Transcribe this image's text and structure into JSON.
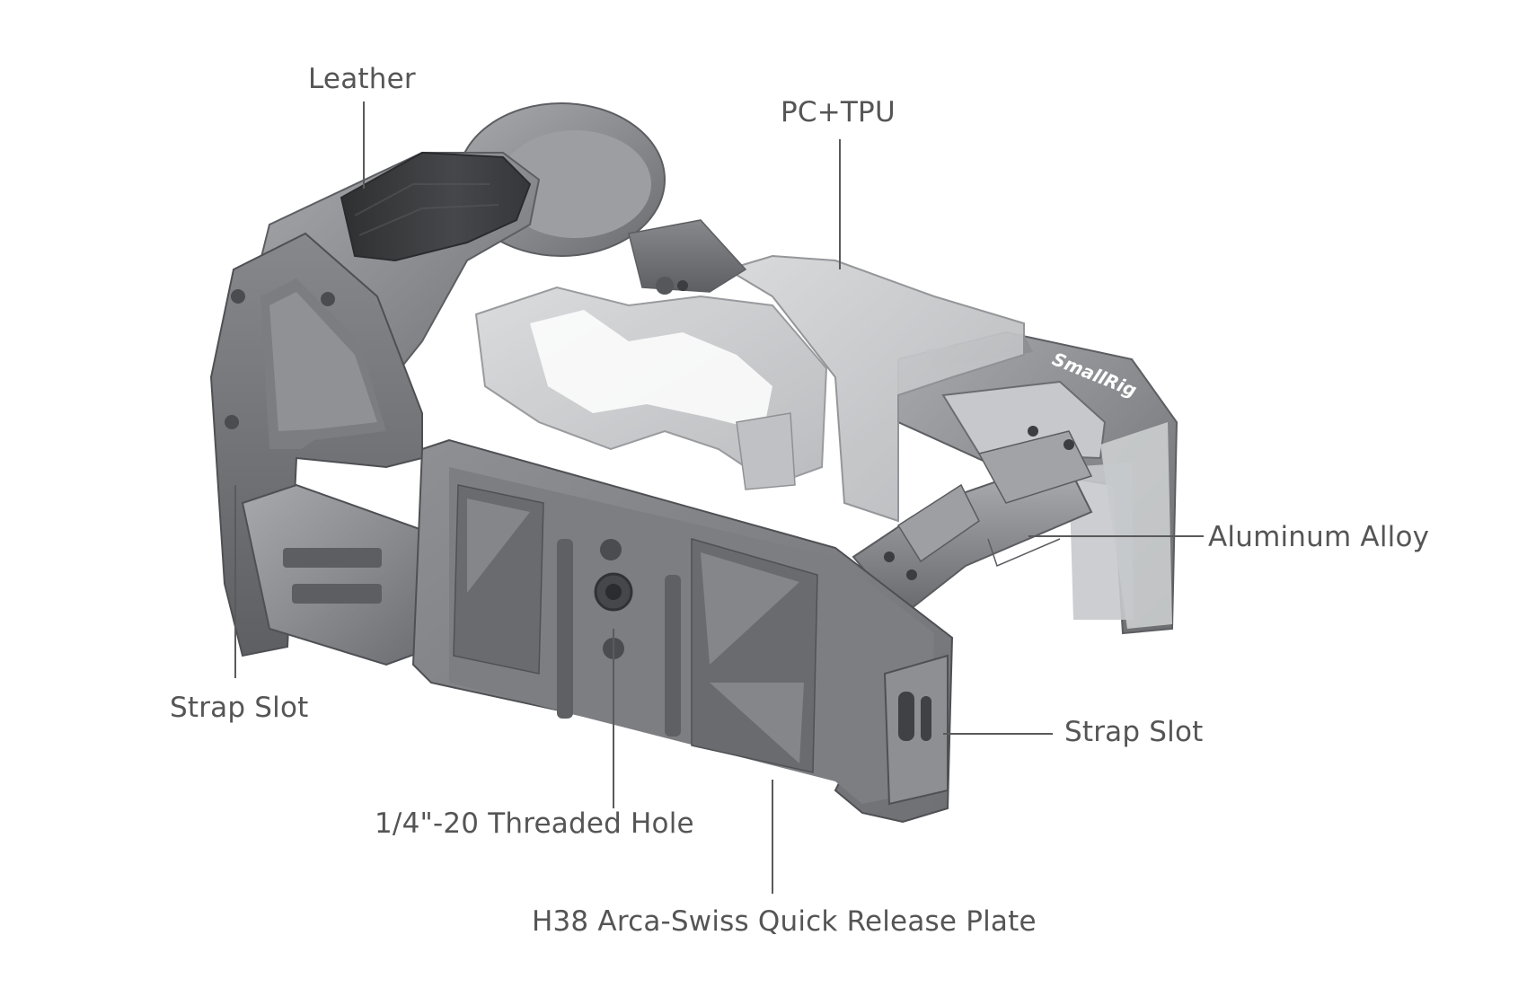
{
  "brand": {
    "logo_text": "SmallRig"
  },
  "colors": {
    "background": "#ffffff",
    "label_text": "#555555",
    "leader_line": "#5a5a5a",
    "metal_light": "#9a9ca0",
    "metal_mid": "#808286",
    "metal_dark": "#55575a",
    "plastic_translucent": "#c9cbcd",
    "leather": "#3a3b3d"
  },
  "callouts": {
    "leather": "Leather",
    "pc_tpu": "PC+TPU",
    "aluminum_alloy": "Aluminum Alloy",
    "strap_slot_left": "Strap Slot",
    "strap_slot_right": "Strap Slot",
    "threaded_hole": "1/4\"-20 Threaded Hole",
    "quick_release_plate": "H38 Arca-Swiss Quick Release Plate"
  }
}
